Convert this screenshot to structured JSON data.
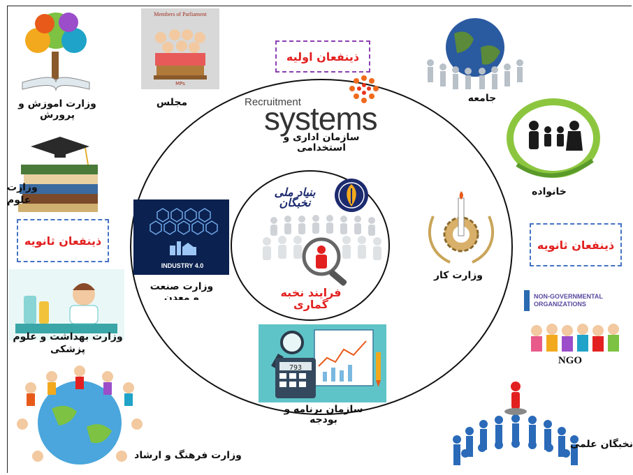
{
  "center": {
    "label_line1": "فرایند نخبه",
    "label_line2": "گماری",
    "logo_text": "بنیاد ملی نخبگان"
  },
  "primary": {
    "box_label": "ذینفعان اولیه",
    "recruitment_word1": "Recruitment",
    "recruitment_word2": "systems",
    "org_label_line1": "سازمان اداری و",
    "org_label_line2": "استخدامی",
    "industry_label_line1": "وزارت صنعت",
    "industry_label_line2": "و معدن",
    "industry_badge": "INDUSTRY 4.0",
    "labor_label": "وزارت کار",
    "budget_label_line1": "سازمان برنامه و",
    "budget_label_line2": "بودجه",
    "budget_calc_display": "793"
  },
  "secondary": {
    "box_label_left": "ذینفعان ثانویه",
    "box_label_right": "ذینفعان ثانویه",
    "education_label_line1": "وزارت اموزش و",
    "education_label_line2": "پرورش",
    "parliament_label": "مجلس",
    "parliament_banner": "Members of Parliament",
    "parliament_small": "MPs",
    "science_label_line1": "وزارت",
    "science_label_line2": "علوم",
    "health_label_line1": "وزارت بهداشت و علوم",
    "health_label_line2": "پزشکی",
    "culture_label": "وزارت فرهنگ و ارشاد",
    "society_label": "جامعه",
    "family_label": "خانواده",
    "ngo_banner_line1": "NON-GOVERNMENTAL",
    "ngo_banner_line2": "ORGANIZATIONS",
    "ngo_label": "NGO",
    "elites_label": "نخبگان علمی"
  },
  "colors": {
    "primary_box_border": "#8b3fb3",
    "secondary_box_border": "#4472c4",
    "label_red": "#e32020",
    "industry_bg": "#0b2150",
    "budget_bg": "#5fc4c8",
    "logo_blue": "#1c2a6e",
    "logo_orange": "#f2a91d"
  }
}
